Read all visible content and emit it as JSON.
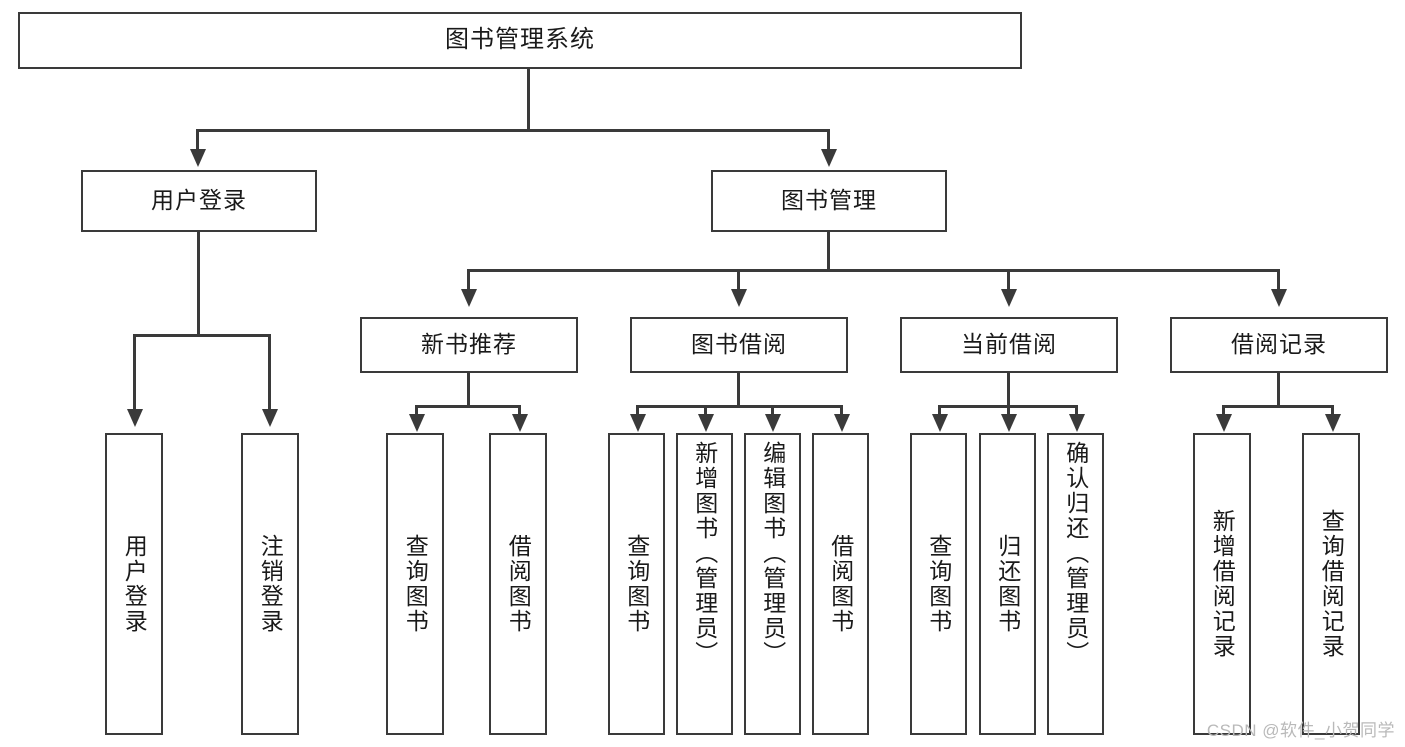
{
  "diagram": {
    "title": "图书管理系统",
    "root": {
      "id": "root",
      "label": "图书管理系统"
    },
    "level2": [
      {
        "id": "user-login",
        "label": "用户登录"
      },
      {
        "id": "book-management",
        "label": "图书管理"
      }
    ],
    "level3": [
      {
        "id": "new-book-recommend",
        "label": "新书推荐"
      },
      {
        "id": "book-borrow",
        "label": "图书借阅"
      },
      {
        "id": "current-borrow",
        "label": "当前借阅"
      },
      {
        "id": "borrow-record",
        "label": "借阅记录"
      }
    ],
    "leaves": {
      "user_login": [
        {
          "id": "leaf-user-login",
          "label": "用户登录"
        },
        {
          "id": "leaf-logout",
          "label": "注销登录"
        }
      ],
      "new_book_recommend": [
        {
          "id": "leaf-query-book-1",
          "label": "查询图书"
        },
        {
          "id": "leaf-borrow-book-1",
          "label": "借阅图书"
        }
      ],
      "book_borrow": [
        {
          "id": "leaf-query-book-2",
          "label": "查询图书"
        },
        {
          "id": "leaf-add-book",
          "label": "新增图书（管理员）"
        },
        {
          "id": "leaf-edit-book",
          "label": "编辑图书（管理员）"
        },
        {
          "id": "leaf-borrow-book-2",
          "label": "借阅图书"
        }
      ],
      "current_borrow": [
        {
          "id": "leaf-query-book-3",
          "label": "查询图书"
        },
        {
          "id": "leaf-return-book",
          "label": "归还图书"
        },
        {
          "id": "leaf-confirm-return",
          "label": "确认归还（管理员）"
        }
      ],
      "borrow_record": [
        {
          "id": "leaf-add-record",
          "label": "新增借阅记录"
        },
        {
          "id": "leaf-query-record",
          "label": "查询借阅记录"
        }
      ]
    }
  },
  "watermark": {
    "text": "CSDN @软件_小贺同学"
  },
  "colors": {
    "stroke": "#3a3a3a",
    "background": "#ffffff",
    "text": "#1a1a1a",
    "watermark": "#b9b9b9"
  }
}
